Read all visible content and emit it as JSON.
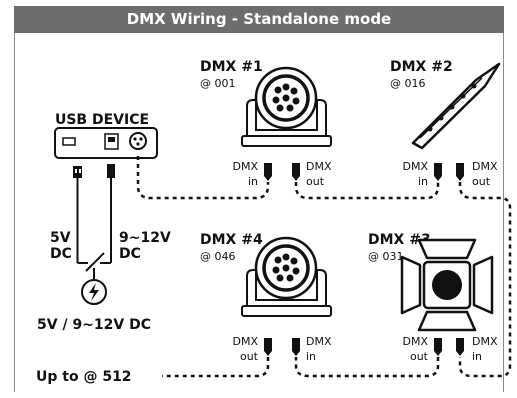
{
  "title": "DMX Wiring - Standalone mode",
  "usb_device": {
    "label": "USB DEVICE"
  },
  "power": {
    "left_voltage": "5V",
    "left_type": "DC",
    "right_voltage": "9~12V",
    "right_type": "DC",
    "supply_label": "5V / 9~12V DC"
  },
  "fixtures": [
    {
      "name": "DMX #1",
      "address": "@ 001",
      "port_left": [
        "DMX",
        "in"
      ],
      "port_right": [
        "DMX",
        "out"
      ]
    },
    {
      "name": "DMX #2",
      "address": "@ 016",
      "port_left": [
        "DMX",
        "in"
      ],
      "port_right": [
        "DMX",
        "out"
      ]
    },
    {
      "name": "DMX #4",
      "address": "@ 046",
      "port_left": [
        "DMX",
        "out"
      ],
      "port_right": [
        "DMX",
        "in"
      ]
    },
    {
      "name": "DMX #3",
      "address": "@ 031",
      "port_left": [
        "DMX",
        "out"
      ],
      "port_right": [
        "DMX",
        "in"
      ]
    }
  ],
  "footer_note": "Up to @ 512",
  "colors": {
    "title_bg": "#6d6d6d",
    "line": "#111111"
  }
}
